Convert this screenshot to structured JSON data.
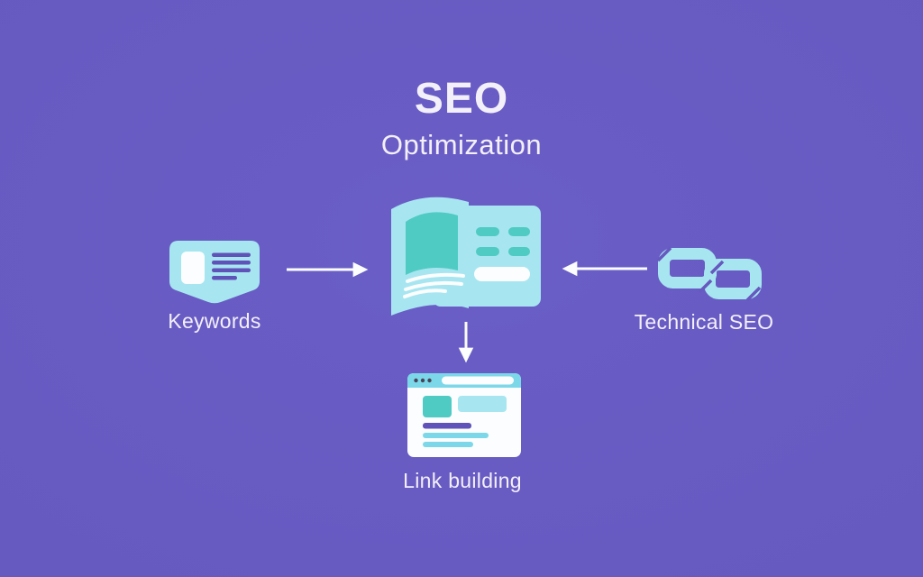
{
  "title": "SEO",
  "subtitle": "Optimization",
  "nodes": {
    "keywords": {
      "label": "Keywords",
      "icon": "keyword-card-icon"
    },
    "center": {
      "icon": "open-book-icon"
    },
    "technical_seo": {
      "label": "Technical SEO",
      "icon": "chain-link-icon"
    },
    "link_building": {
      "label": "Link building",
      "icon": "browser-window-icon"
    }
  },
  "arrows": [
    {
      "name": "keywords-to-book",
      "direction": "right"
    },
    {
      "name": "technical-seo-to-book",
      "direction": "left"
    },
    {
      "name": "book-to-link-building",
      "direction": "down"
    }
  ],
  "colors": {
    "background": "#6659BF",
    "background_center": "#6A5EC7",
    "background_edge": "#5C50B0",
    "icon_light": "#A7E6F0",
    "icon_teal": "#4FCBC4",
    "icon_purple": "#5F52B8",
    "text": "#F3F0FA",
    "white": "#FBFDFE",
    "browser_bar": "#7CD8E8",
    "browser_dot": "#474358"
  }
}
